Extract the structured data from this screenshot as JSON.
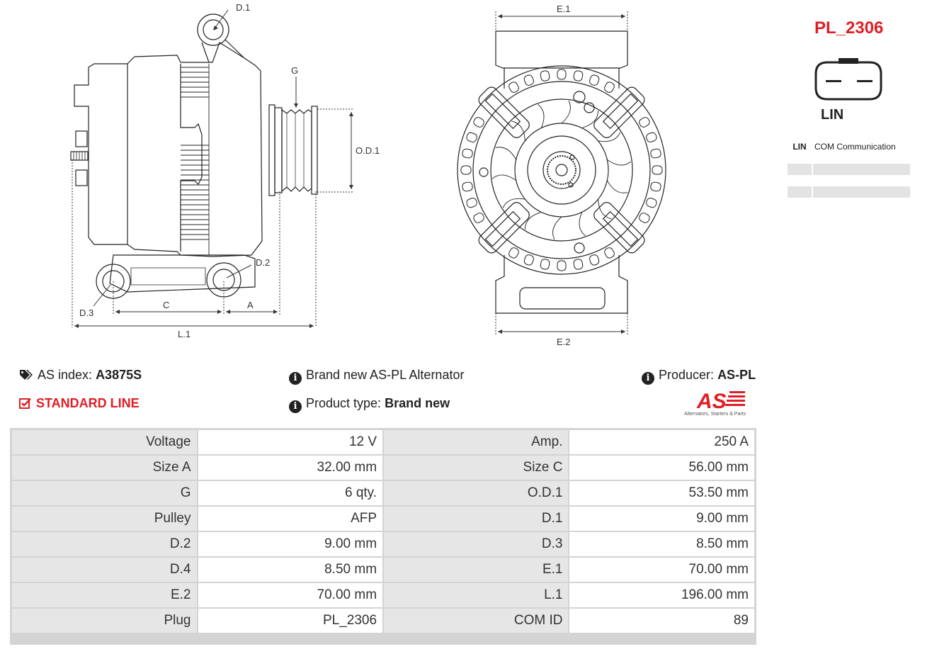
{
  "drawing": {
    "side_labels": {
      "d1": "D.1",
      "g": "G",
      "od1": "O.D.1",
      "d2": "D.2",
      "d3": "D.3",
      "c": "C",
      "a": "A",
      "l1": "L.1"
    },
    "front_labels": {
      "e1": "E.1",
      "e2": "E.2"
    }
  },
  "plug": {
    "code": "PL_2306",
    "name": "LIN",
    "pins": [
      {
        "code": "LIN",
        "description": "COM Communication"
      },
      {
        "code": "",
        "description": ""
      },
      {
        "code": "",
        "description": ""
      }
    ]
  },
  "info": {
    "as_index_label": "AS index:",
    "as_index_value": "A3875S",
    "description": "Brand new AS-PL Alternator",
    "producer_label": "Producer:",
    "producer_value": "AS-PL",
    "standard_line": "STANDARD LINE",
    "product_type_label": "Product type:",
    "product_type_value": "Brand new"
  },
  "logo": {
    "mark": "AS",
    "tagline": "Alternators, Starters & Parts"
  },
  "colors": {
    "accent_red": "#e01e26",
    "label_cell": "#e6e6e6",
    "drawing_line": "#222222"
  },
  "specs": [
    {
      "l1": "Voltage",
      "v1": "12 V",
      "l2": "Amp.",
      "v2": "250 A"
    },
    {
      "l1": "Size A",
      "v1": "32.00 mm",
      "l2": "Size C",
      "v2": "56.00 mm"
    },
    {
      "l1": "G",
      "v1": "6 qty.",
      "l2": "O.D.1",
      "v2": "53.50 mm"
    },
    {
      "l1": "Pulley",
      "v1": "AFP",
      "l2": "D.1",
      "v2": "9.00 mm"
    },
    {
      "l1": "D.2",
      "v1": "9.00 mm",
      "l2": "D.3",
      "v2": "8.50 mm"
    },
    {
      "l1": "D.4",
      "v1": "8.50 mm",
      "l2": "E.1",
      "v2": "70.00 mm"
    },
    {
      "l1": "E.2",
      "v1": "70.00 mm",
      "l2": "L.1",
      "v2": "196.00 mm"
    },
    {
      "l1": "Plug",
      "v1": "PL_2306",
      "l2": "COM ID",
      "v2": "89"
    }
  ]
}
